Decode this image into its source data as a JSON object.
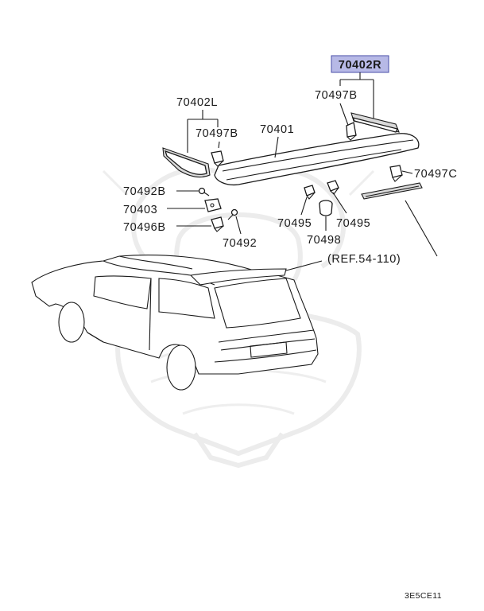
{
  "diagram": {
    "highlight_color": "#b7b9e6",
    "highlight_border": "#4a4ea8",
    "labels": {
      "p70402R": "70402R",
      "p70497B_right": "70497B",
      "p70402L": "70402L",
      "p70497B_left": "70497B",
      "p70401": "70401",
      "p70497C": "70497C",
      "p70492B": "70492B",
      "p70403": "70403",
      "p70496B": "70496B",
      "p70492": "70492",
      "p70495_left": "70495",
      "p70495_right": "70495",
      "p70498": "70498",
      "ref": "(REF.54-110)"
    },
    "figure_code": "3E5CE11"
  }
}
